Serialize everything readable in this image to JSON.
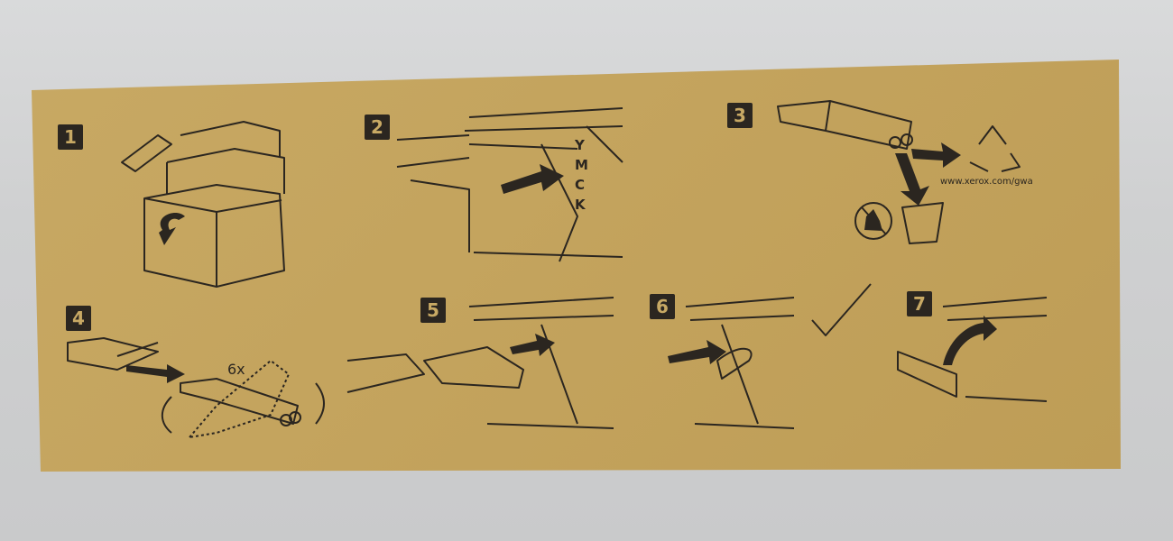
{
  "steps": [
    {
      "number": "1"
    },
    {
      "number": "2"
    },
    {
      "number": "3"
    },
    {
      "number": "4"
    },
    {
      "number": "5"
    },
    {
      "number": "6"
    },
    {
      "number": "7"
    }
  ],
  "step2": {
    "colors": [
      "Y",
      "M",
      "C",
      "K"
    ]
  },
  "step3": {
    "url": "www.xerox.com/gwa"
  },
  "step4": {
    "shake_count": "6x"
  },
  "colors": {
    "cardboard": "#c8a964",
    "ink": "#2b2620",
    "wall": "#d2d3d4"
  }
}
